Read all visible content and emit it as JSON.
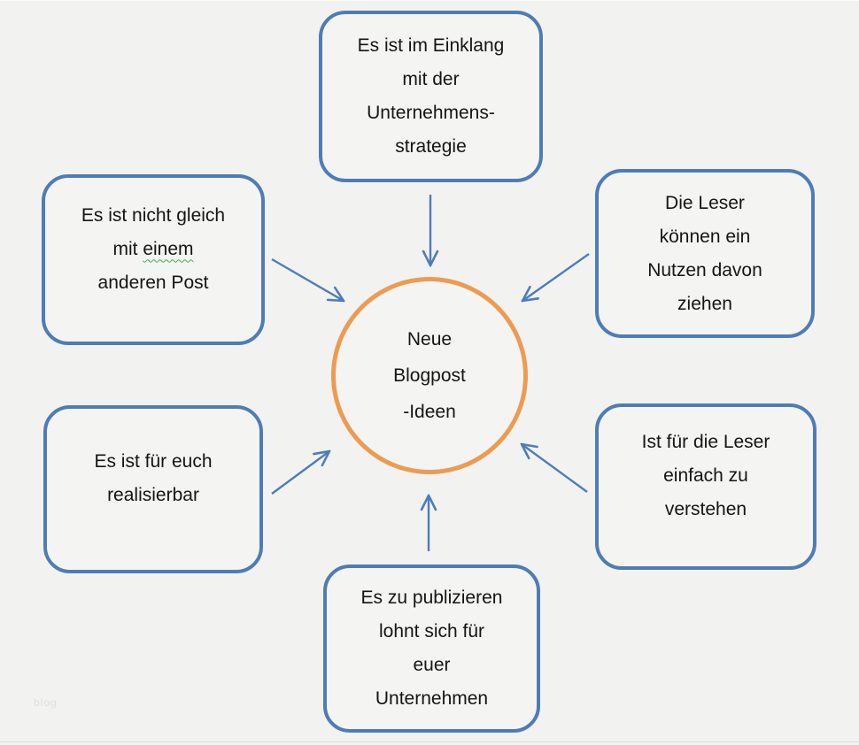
{
  "center_circle": {
    "lines": [
      "Neue",
      "Blogpost",
      "-Ideen"
    ]
  },
  "boxes": {
    "top": {
      "lines": [
        "Es ist im Einklang",
        "mit der",
        "Unternehmens-",
        "strategie"
      ]
    },
    "top_left": {
      "lines": [
        "Es ist nicht gleich",
        "mit ",
        "anderen Post"
      ],
      "spellcheck_word": "einem"
    },
    "top_right": {
      "lines": [
        "Die Leser",
        "können ein",
        "Nutzen davon",
        "ziehen"
      ]
    },
    "bottom_left": {
      "lines": [
        "Es ist für euch",
        "realisierbar"
      ]
    },
    "bottom_right": {
      "lines": [
        "Ist für die Leser",
        "einfach zu",
        "verstehen"
      ]
    },
    "bottom": {
      "lines": [
        "Es zu publizieren",
        "lohnt sich für",
        "euer",
        "Unternehmen"
      ]
    }
  },
  "watermark": "blog",
  "colors": {
    "background": "#f2f2f1",
    "box_border": "#4e7cb5",
    "box_fill": "#f4f4f3",
    "circle_border": "#ed9b52",
    "arrow": "#4e7db8",
    "text": "#151515",
    "watermark_text": "#dededc",
    "spellcheck_squiggle": "#3cb54a"
  }
}
